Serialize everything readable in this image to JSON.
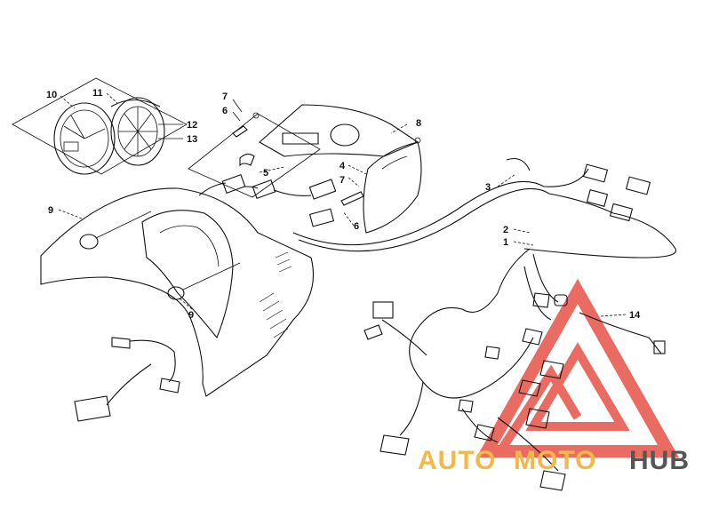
{
  "callouts": {
    "c1": "1",
    "c2": "2",
    "c3": "3",
    "c4": "4",
    "c5": "5",
    "c6a": "6",
    "c6b": "6",
    "c7": "7",
    "c8": "8",
    "c9a": "9",
    "c9b": "9",
    "c10": "10",
    "c11": "11",
    "c12": "12",
    "c13": "13",
    "c14": "14"
  },
  "watermark": {
    "word_a": "AUTO",
    "word_b": "MOTO",
    "word_c": "HUB",
    "color_a": "#f2b84a",
    "color_b": "#f2b84a",
    "color_c": "#555555",
    "logo_color": "#e23a2e"
  }
}
